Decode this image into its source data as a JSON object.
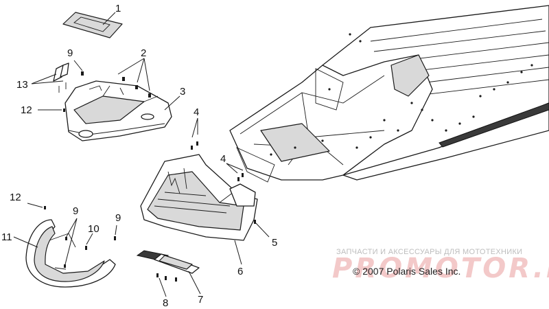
{
  "callouts": [
    {
      "id": "c1",
      "label": "1"
    },
    {
      "id": "c2",
      "label": "2"
    },
    {
      "id": "c3",
      "label": "3"
    },
    {
      "id": "c4a",
      "label": "4"
    },
    {
      "id": "c4b",
      "label": "4"
    },
    {
      "id": "c5",
      "label": "5"
    },
    {
      "id": "c6",
      "label": "6"
    },
    {
      "id": "c7",
      "label": "7"
    },
    {
      "id": "c8",
      "label": "8"
    },
    {
      "id": "c9a",
      "label": "9"
    },
    {
      "id": "c9b",
      "label": "9"
    },
    {
      "id": "c9c",
      "label": "9"
    },
    {
      "id": "c10",
      "label": "10"
    },
    {
      "id": "c11",
      "label": "11"
    },
    {
      "id": "c12a",
      "label": "12"
    },
    {
      "id": "c12b",
      "label": "12"
    },
    {
      "id": "c13",
      "label": "13"
    }
  ],
  "copyright": "© 2007 Polaris Sales Inc.",
  "watermark": {
    "tagline": "ЗАПЧАСТИ И АКСЕССУАРЫ ДЛЯ МОТОТЕХНИКИ",
    "logo_text": "PROMOTOR.RU",
    "color": "#f3c9c9"
  }
}
